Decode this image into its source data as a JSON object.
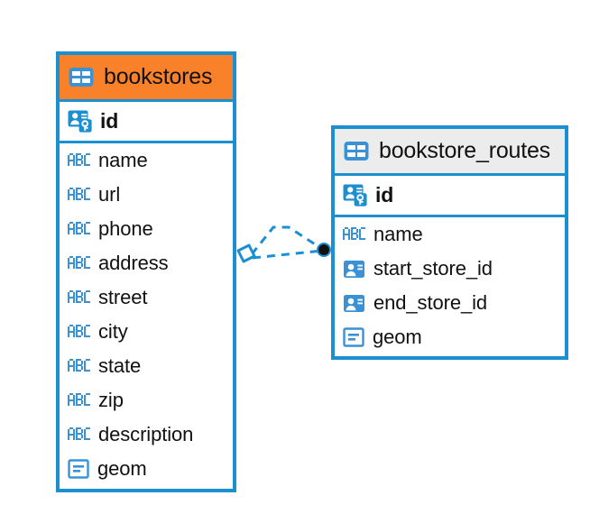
{
  "diagram": {
    "type": "entity-relationship-diagram",
    "background_color": "#ffffff",
    "accent_color": "#1b8fd0",
    "highlight_color": "#f9812a",
    "header_grey": "#ececec"
  },
  "tables": [
    {
      "name": "bookstores",
      "header_style": "accent-orange",
      "table_icon": "table-icon",
      "fields": [
        {
          "label": "id",
          "icon": "primary-key-icon",
          "type": "pk"
        },
        {
          "label": "name",
          "icon": "abc-icon",
          "type": "text"
        },
        {
          "label": "url",
          "icon": "abc-icon",
          "type": "text"
        },
        {
          "label": "phone",
          "icon": "abc-icon",
          "type": "text"
        },
        {
          "label": "address",
          "icon": "abc-icon",
          "type": "text"
        },
        {
          "label": "street",
          "icon": "abc-icon",
          "type": "text"
        },
        {
          "label": "city",
          "icon": "abc-icon",
          "type": "text"
        },
        {
          "label": "state",
          "icon": "abc-icon",
          "type": "text"
        },
        {
          "label": "zip",
          "icon": "abc-icon",
          "type": "text"
        },
        {
          "label": "description",
          "icon": "abc-icon",
          "type": "text"
        },
        {
          "label": "geom",
          "icon": "geometry-icon",
          "type": "geometry"
        }
      ]
    },
    {
      "name": "bookstore_routes",
      "header_style": "accent-grey",
      "table_icon": "table-icon",
      "fields": [
        {
          "label": "id",
          "icon": "primary-key-icon",
          "type": "pk"
        },
        {
          "label": "name",
          "icon": "abc-icon",
          "type": "text"
        },
        {
          "label": "start_store_id",
          "icon": "id-card-icon",
          "type": "reference"
        },
        {
          "label": "end_store_id",
          "icon": "id-card-icon",
          "type": "reference"
        },
        {
          "label": "geom",
          "icon": "geometry-icon",
          "type": "geometry"
        }
      ]
    }
  ],
  "relationship": {
    "name": "bookstores-to-bookstore-routes",
    "line_style": "dashed",
    "line_color": "#1b8fd0",
    "source_endpoint": "diamond",
    "target_endpoint": "filled-circle",
    "target_endpoint_color": "#111111"
  }
}
